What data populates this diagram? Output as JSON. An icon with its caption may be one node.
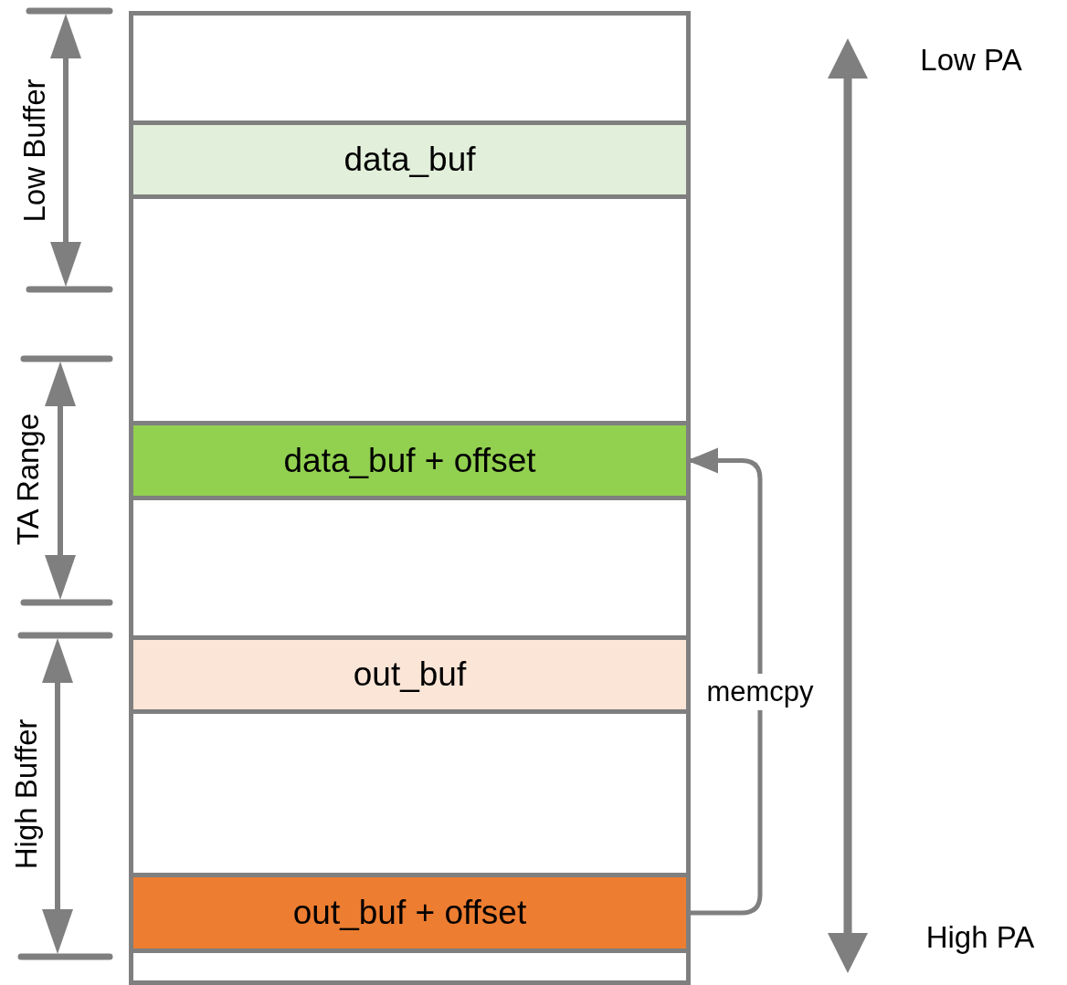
{
  "diagram": {
    "nodes": [
      {
        "text": [],
        "shape": "box"
      },
      {
        "text": [
          "data_buf"
        ],
        "in": 0
      },
      {
        "text": [
          "data_buf + offset"
        ],
        "in": 0
      },
      {
        "text": [
          "out_buf"
        ],
        "in": 0
      },
      {
        "text": [
          "out_buf + offset"
        ],
        "in": 0
      }
    ],
    "edges": [
      {
        "from": 4,
        "to": 2,
        "arrow": "to",
        "label": "memcpy"
      }
    ],
    "labels": [
      "Low Buffer",
      "TA Range",
      "High Buffer",
      "Low PA",
      "High PA"
    ]
  }
}
